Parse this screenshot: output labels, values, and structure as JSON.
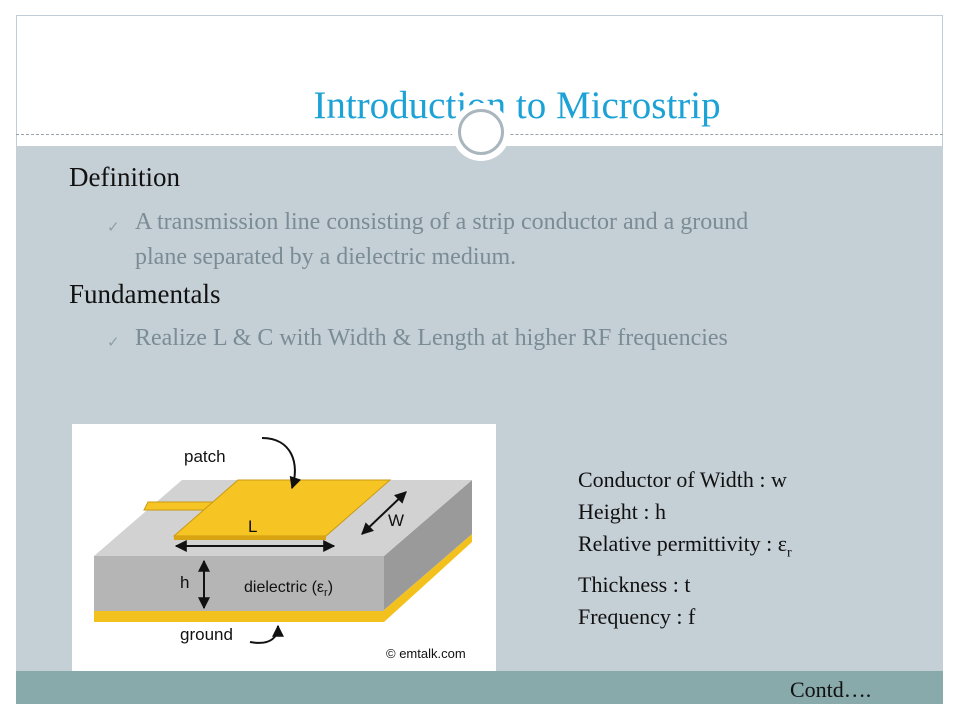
{
  "slide": {
    "title": "Introduction to Microstrip",
    "sections": [
      {
        "heading": "Definition",
        "bullets": [
          [
            "A transmission line  consisting of a strip conductor and a ground",
            "plane separated by a dielectric medium."
          ]
        ]
      },
      {
        "heading": "Fundamentals",
        "bullets": [
          [
            "Realize L & C with Width & Length at higher RF frequencies"
          ]
        ]
      }
    ],
    "figure": {
      "labels": {
        "patch": "patch",
        "length": "L",
        "width": "W",
        "height": "h",
        "dielectric": "dielectric (ε",
        "dielectric_sub": "r",
        "dielectric_close": ")",
        "ground": "ground",
        "credit": "© emtalk.com"
      }
    },
    "parameters": {
      "width": "Conductor of Width : w",
      "height": "Height : h",
      "permittivity": "Relative permittivity : ε",
      "permittivity_sub": "r",
      "thickness": "Thickness : t",
      "frequency": "Frequency : f"
    },
    "footer": "Contd…."
  },
  "colors": {
    "title": "#1ca2d6",
    "content_bg": "#c5cfd6",
    "footer_bg": "#88aaab",
    "bullet_text": "#7b8c95",
    "conductor": "#f7c21f",
    "substrate": "#b3b3b3"
  }
}
